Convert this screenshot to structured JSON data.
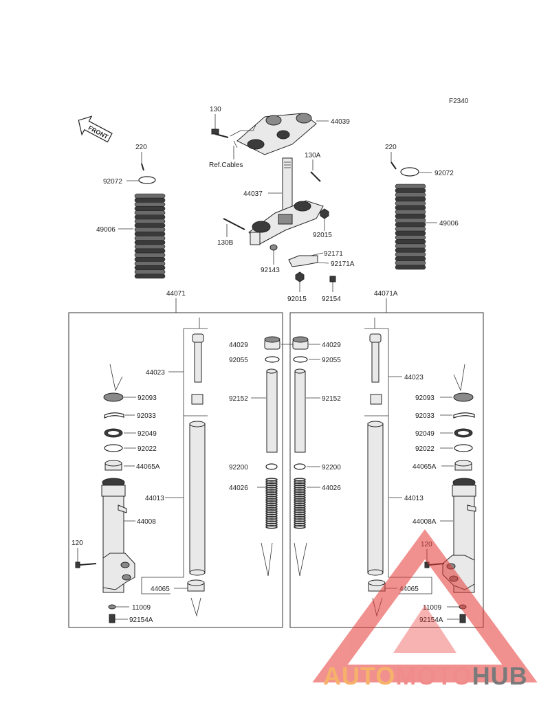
{
  "figure_code": "F2340",
  "front_label": "FRONT",
  "ref_cables": "Ref.Cables",
  "labels": {
    "l130": "130",
    "l44039": "44039",
    "l130A": "130A",
    "l44037": "44037",
    "l92015a": "92015",
    "l130B": "130B",
    "l92171": "92171",
    "l92171A": "92171A",
    "l92143": "92143",
    "l92015b": "92015",
    "l92154": "92154",
    "l220L": "220",
    "l92072L": "92072",
    "l49006L": "49006",
    "l220R": "220",
    "l92072R": "92072",
    "l49006R": "49006",
    "l44071": "44071",
    "l44071A": "44071A",
    "lL44023": "44023",
    "lL92093": "92093",
    "lL92033": "92033",
    "lL92049": "92049",
    "lL92022": "92022",
    "lL44065A": "44065A",
    "lL44013": "44013",
    "lL44008": "44008",
    "lL120": "120",
    "lL44065": "44065",
    "lL11009": "11009",
    "lL92154A": "92154A",
    "lL44029": "44029",
    "lL92055": "92055",
    "lL92152": "92152",
    "lL92200": "92200",
    "lL44026": "44026",
    "lR44029": "44029",
    "lR92055": "92055",
    "lR92152": "92152",
    "lR92200": "92200",
    "lR44026": "44026",
    "lR44023": "44023",
    "lR92093": "92093",
    "lR92033": "92033",
    "lR92049": "92049",
    "lR92022": "92022",
    "lR44065A": "44065A",
    "lR44013": "44013",
    "lR44008A": "44008A",
    "lR120": "120",
    "lR44065": "44065",
    "lR11009": "11009",
    "lR92154A": "92154A"
  },
  "watermark": {
    "part1": "AUTO",
    "part2": "MOTO",
    "part3": "HUB",
    "color_auto": "#f6b26b",
    "color_moto": "#f08c8c",
    "color_hub": "#7a7a7a"
  }
}
